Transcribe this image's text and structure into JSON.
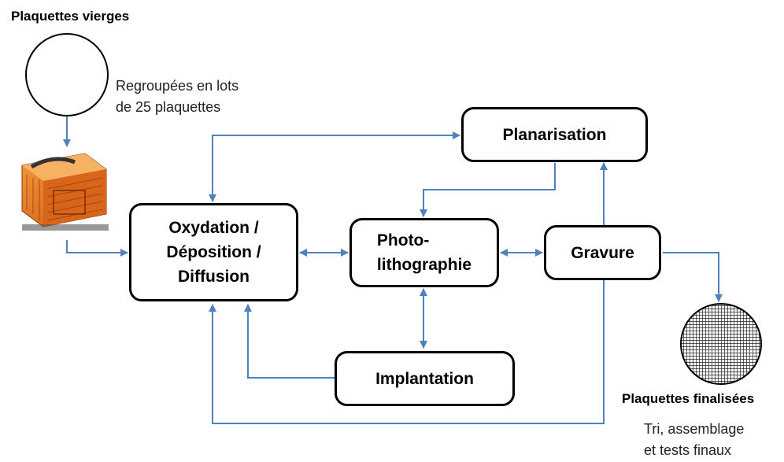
{
  "titles": {
    "raw_wafers": "Plaquettes vierges",
    "final_wafers": "Plaquettes finalisées"
  },
  "notes": {
    "lots_line1": "Regroupées en lots",
    "lots_line2": "de 25 plaquettes",
    "final_line1": "Tri, assemblage",
    "final_line2": "et tests finaux"
  },
  "steps": {
    "oxydation": "Oxydation /\nDéposition /\nDiffusion",
    "photolithographie": "Photo-\nlithographie",
    "gravure": "Gravure",
    "planarisation": "Planarisation",
    "implantation": "Implantation"
  },
  "colors": {
    "arrow": "#4f81bd",
    "box_border": "#000000",
    "cassette": "#e8751a"
  },
  "icons": {
    "raw_wafer": "empty-circle",
    "cassette": "wafer-carrier-cassette",
    "final_wafer": "gridded-wafer-disk"
  }
}
